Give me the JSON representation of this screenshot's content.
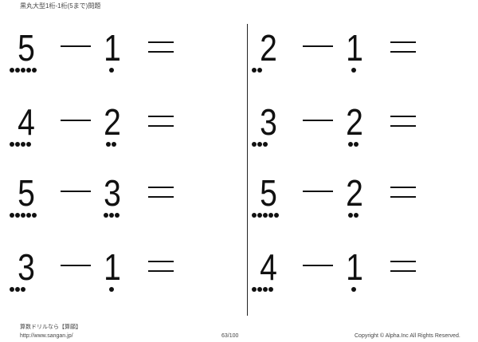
{
  "header": {
    "title": "黒丸大型1桁-1桁(5まで)問題"
  },
  "problems": [
    {
      "a": "5",
      "b": "1",
      "a_dots": 5,
      "b_dots": 1
    },
    {
      "a": "2",
      "b": "1",
      "a_dots": 2,
      "b_dots": 1
    },
    {
      "a": "4",
      "b": "2",
      "a_dots": 4,
      "b_dots": 2
    },
    {
      "a": "3",
      "b": "2",
      "a_dots": 3,
      "b_dots": 2
    },
    {
      "a": "5",
      "b": "3",
      "a_dots": 5,
      "b_dots": 3
    },
    {
      "a": "5",
      "b": "2",
      "a_dots": 5,
      "b_dots": 2
    },
    {
      "a": "3",
      "b": "1",
      "a_dots": 3,
      "b_dots": 1
    },
    {
      "a": "4",
      "b": "1",
      "a_dots": 4,
      "b_dots": 1
    }
  ],
  "footer": {
    "brand": "算数ドリルなら【算願】",
    "url": "http://www.sangan.jp/",
    "page": "63/100",
    "copyright": "Copyright © Alpha.Inc All Rights Reserved."
  }
}
